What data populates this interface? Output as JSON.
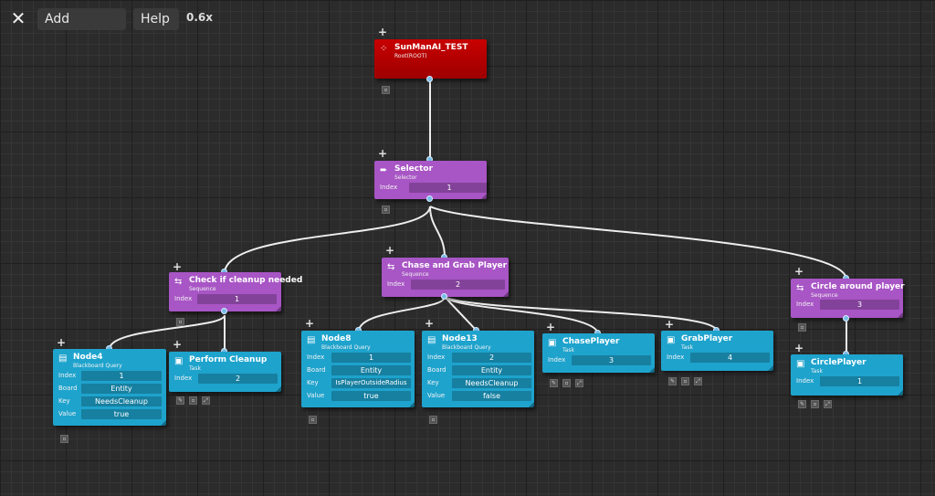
{
  "toolbar": {
    "add_label": "Add",
    "help_label": "Help",
    "zoom": "0.6x"
  },
  "nodes": {
    "root": {
      "title": "SunManAI_TEST",
      "sub": "Root(ROOT)"
    },
    "selector": {
      "title": "Selector",
      "sub": "Selector",
      "index_label": "Index",
      "index": "1"
    },
    "check": {
      "title": "Check if cleanup needed",
      "sub": "Sequence",
      "index_label": "Index",
      "index": "1"
    },
    "chase_grab": {
      "title": "Chase and Grab Player",
      "sub": "Sequence",
      "index_label": "Index",
      "index": "2"
    },
    "circle_around": {
      "title": "Circle around player",
      "sub": "Sequence",
      "index_label": "Index",
      "index": "3"
    },
    "node4": {
      "title": "Node4",
      "sub": "Blackboard Query",
      "index_label": "Index",
      "index": "1",
      "board_label": "Board",
      "board": "Entity",
      "key_label": "Key",
      "key": "NeedsCleanup",
      "value_label": "Value",
      "value": "true"
    },
    "perform": {
      "title": "Perform Cleanup",
      "sub": "Task",
      "index_label": "Index",
      "index": "2"
    },
    "node8": {
      "title": "Node8",
      "sub": "Blackboard Query",
      "index_label": "Index",
      "index": "1",
      "board_label": "Board",
      "board": "Entity",
      "key_label": "Key",
      "key": "IsPlayerOutsideRadius",
      "value_label": "Value",
      "value": "true"
    },
    "node13": {
      "title": "Node13",
      "sub": "Blackboard Query",
      "index_label": "Index",
      "index": "2",
      "board_label": "Board",
      "board": "Entity",
      "key_label": "Key",
      "key": "NeedsCleanup",
      "value_label": "Value",
      "value": "false"
    },
    "chaseplayer": {
      "title": "ChasePlayer",
      "sub": "Task",
      "index_label": "Index",
      "index": "3"
    },
    "grabplayer": {
      "title": "GrabPlayer",
      "sub": "Task",
      "index_label": "Index",
      "index": "4"
    },
    "circleplayer": {
      "title": "CirclePlayer",
      "sub": "Task",
      "index_label": "Index",
      "index": "1"
    }
  },
  "colors": {
    "root": "#b00000",
    "composite": "#a855c5",
    "leaf": "#1ea3cd",
    "wire": "#eeeeee",
    "port": "#79bde9"
  },
  "icons": {
    "close": "close-icon",
    "add_child": "plus-icon",
    "collapse": "collapse-icon",
    "edit": "pencil-icon",
    "copy": "copy-icon",
    "expand": "expand-icon"
  }
}
